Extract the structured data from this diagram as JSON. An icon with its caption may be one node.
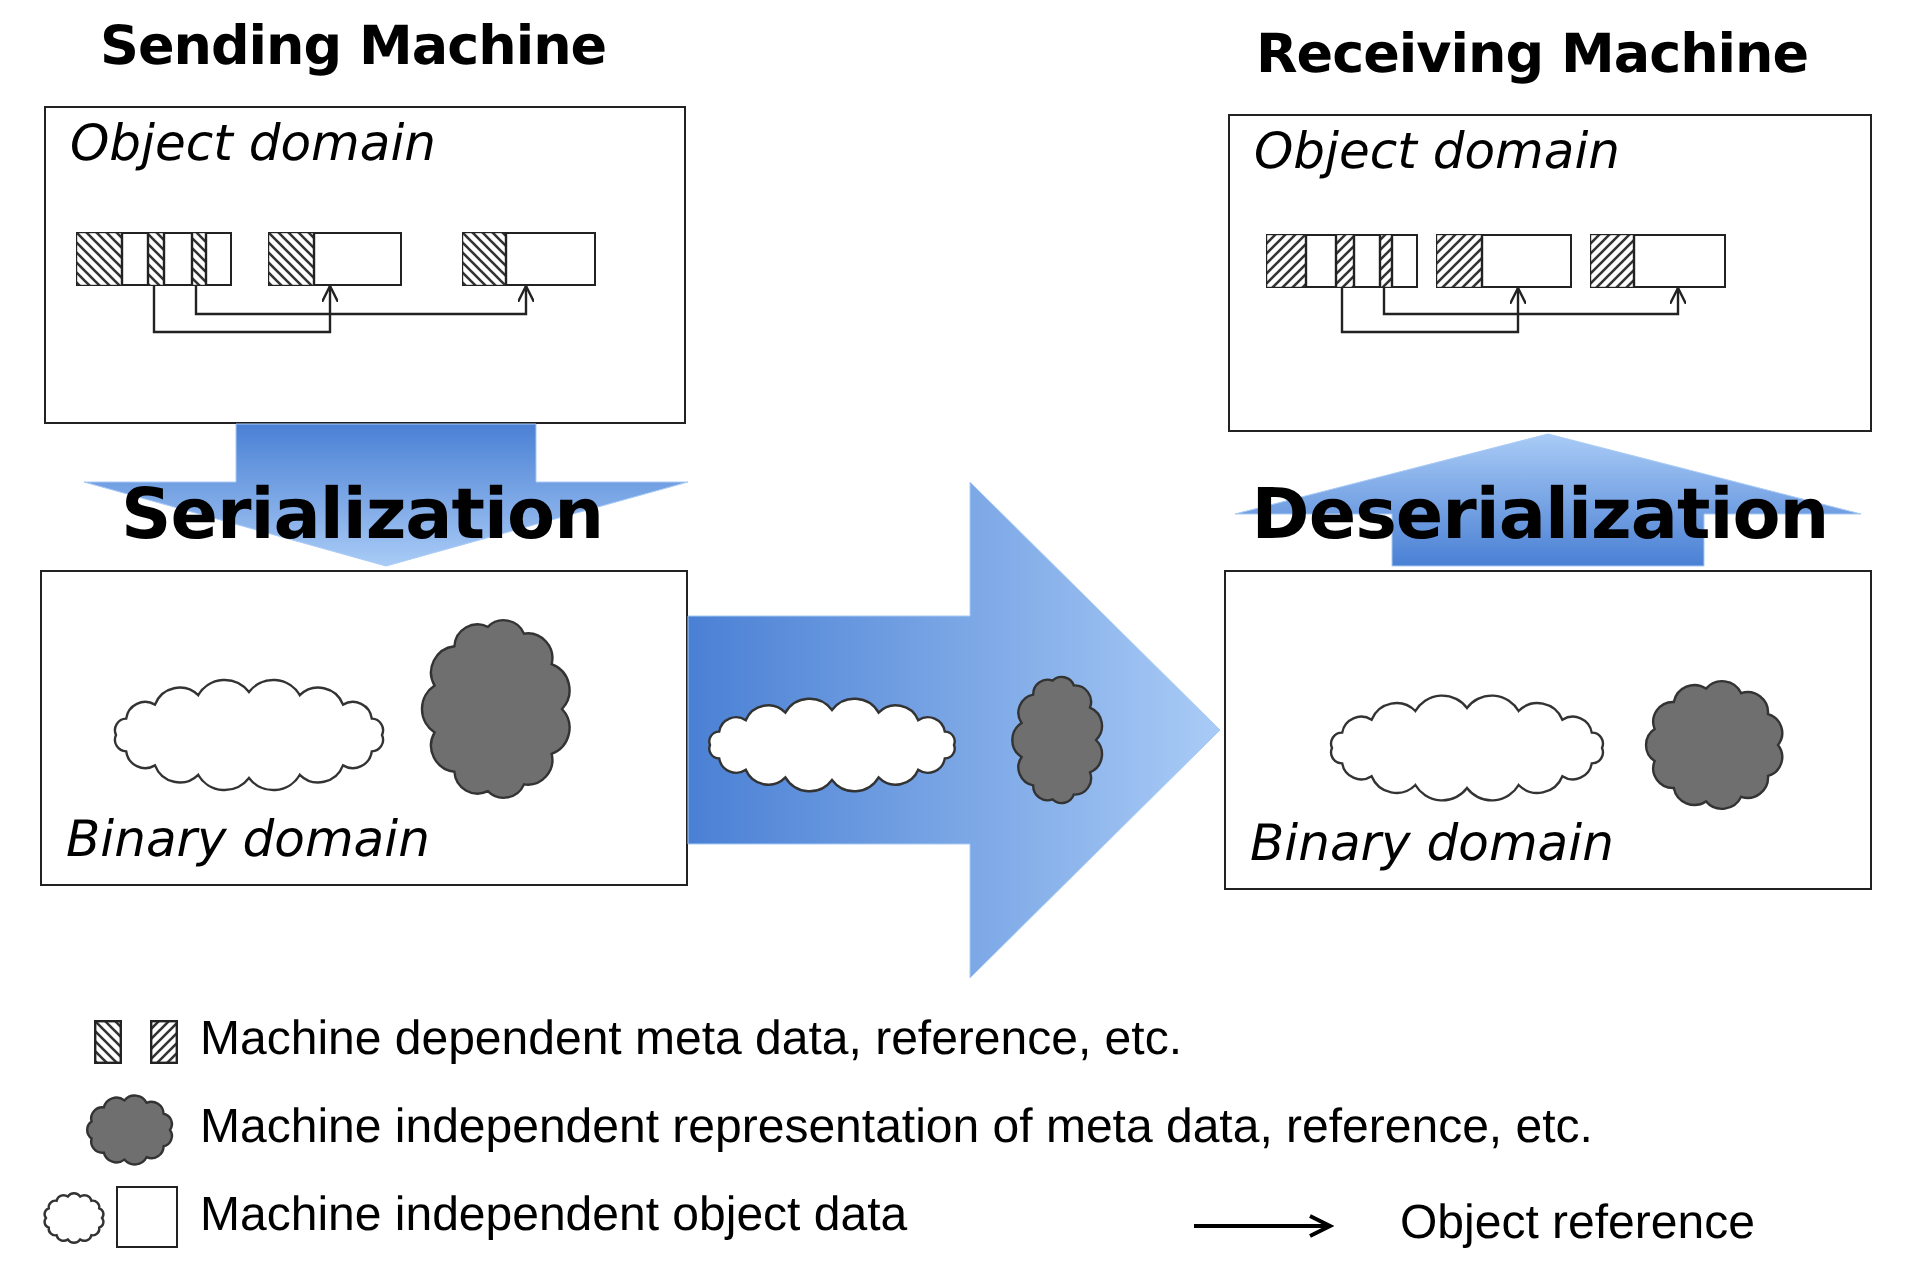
{
  "diagram": {
    "nodes": [
      {
        "text": [
          "Object domain"
        ]
      },
      {
        "text": [],
        "shape": "box",
        "in": 0
      },
      {
        "text": [],
        "shape": "box",
        "in": 0
      },
      {
        "text": [],
        "shape": "box",
        "in": 0
      },
      {
        "text": [
          "Binary domain"
        ]
      },
      {
        "text": [],
        "shape": "cloud",
        "in": 4
      },
      {
        "text": [],
        "shape": "cloud",
        "in": 4
      },
      {
        "text": [],
        "shape": "cloud"
      },
      {
        "text": [],
        "shape": "cloud"
      },
      {
        "text": [
          "Object domain"
        ]
      },
      {
        "text": [],
        "shape": "box",
        "in": 9
      },
      {
        "text": [],
        "shape": "box",
        "in": 9
      },
      {
        "text": [],
        "shape": "box",
        "in": 9
      },
      {
        "text": [
          "Binary domain"
        ]
      },
      {
        "text": [],
        "shape": "cloud",
        "in": 13
      },
      {
        "text": [],
        "shape": "cloud",
        "in": 13
      }
    ],
    "edges": [
      {
        "from": 1,
        "to": 2,
        "arrow": "to"
      },
      {
        "from": 1,
        "to": 3,
        "arrow": "to"
      },
      {
        "from": 0,
        "to": 4,
        "arrow": "to",
        "label": "Serialization",
        "style": "thick",
        "color": "#4a80d4"
      },
      {
        "from": 4,
        "to": 13,
        "arrow": "to",
        "style": "thick",
        "color": "#4a80d4"
      },
      {
        "from": 13,
        "to": 9,
        "arrow": "to",
        "label": "Deserialization",
        "style": "thick",
        "color": "#4a80d4"
      },
      {
        "from": 10,
        "to": 11,
        "arrow": "to"
      },
      {
        "from": 10,
        "to": 12,
        "arrow": "to"
      }
    ],
    "labels": [
      "Sending Machine",
      "Receiving Machine"
    ],
    "legend": [
      {
        "text": "Machine dependent meta data, reference, etc."
      },
      {
        "text": "Machine independent representation of meta data, reference, etc."
      },
      {
        "text": "Machine independent object data"
      },
      {
        "text": "Object reference"
      }
    ]
  }
}
